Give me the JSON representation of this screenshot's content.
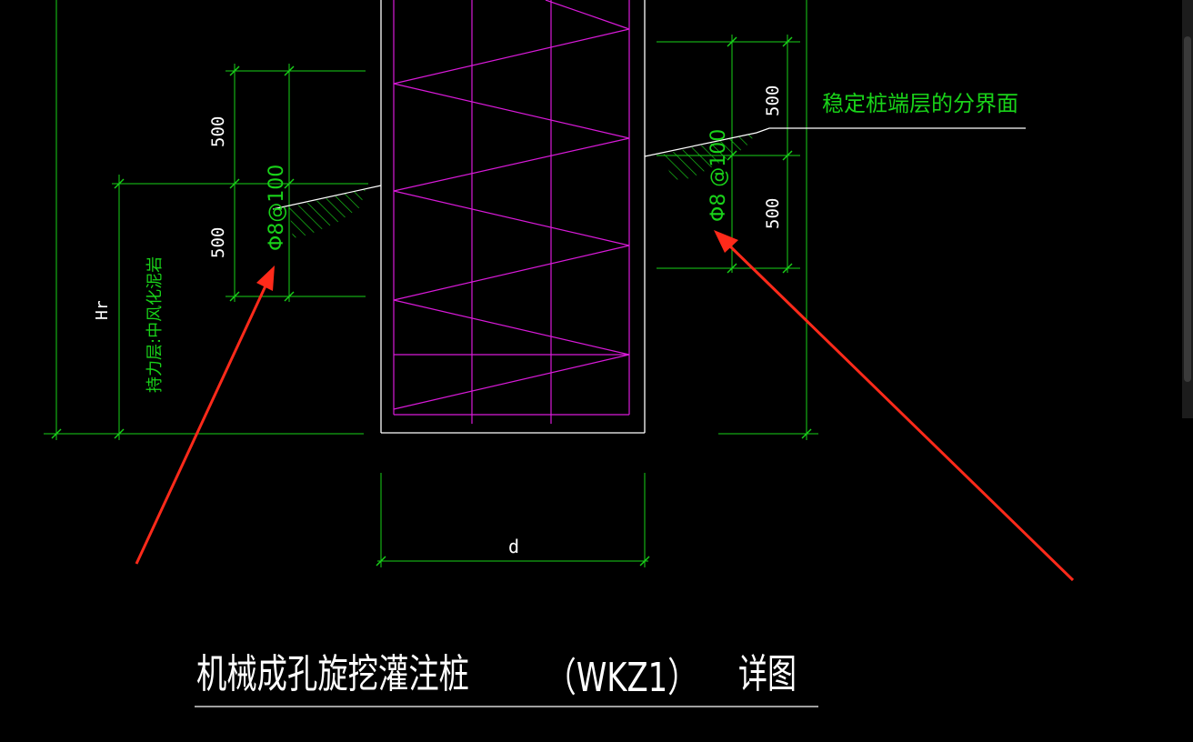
{
  "drawing": {
    "title": "机械成孔旋挖灌注桩",
    "code": "（WKZ1）",
    "title_suffix": "详图"
  },
  "dimensions": {
    "left_top": "500",
    "left_bottom": "500",
    "right_top": "500",
    "right_bottom": "500",
    "hr": "Hr",
    "diameter": "d"
  },
  "annotations": {
    "left_rebar": "Φ8@100",
    "right_rebar": "Φ8 @100",
    "bearing_layer": "持力层:中风化泥岩",
    "stable_interface": "稳定桩端层的分界面"
  },
  "colors": {
    "background": "#000000",
    "dimension_green": "#19d219",
    "rebar_magenta": "#d81ad8",
    "outline_white": "#ffffff",
    "arrow_red": "#ff2a1a"
  }
}
